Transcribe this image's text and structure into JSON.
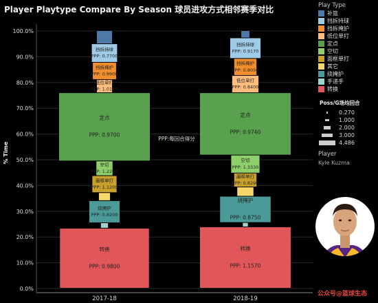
{
  "title": "Player Playtype Compare By Season 球员进攻方式相邻赛季对比",
  "chart_data": {
    "type": "bar",
    "stacked": true,
    "ylabel": "% Time",
    "ylim": [
      0,
      100
    ],
    "yticks": [
      "0.0%",
      "10.0%",
      "20.0%",
      "30.0%",
      "40.0%",
      "50.0%",
      "60.0%",
      "70.0%",
      "80.0%",
      "90.0%",
      "100.0%"
    ],
    "categories": [
      "2017-18",
      "2018-19"
    ],
    "center_annotation": "PPP:每回合得分",
    "series": [
      {
        "name": "转换",
        "color": "#e15759",
        "label": "转换",
        "ppp": [
          "PPP: 0.9800",
          "PPP: 1.1570"
        ],
        "values": [
          23.3,
          23.8
        ],
        "width": [
          4.4,
          4.486
        ]
      },
      {
        "name": "手递手",
        "color": "#9fd3cf",
        "label": "",
        "ppp": [
          "",
          ""
        ],
        "values": [
          2.1,
          1.7
        ],
        "width": [
          0.35,
          0.25
        ]
      },
      {
        "name": "绕掩护",
        "color": "#4b9a98",
        "label": "绕掩护",
        "ppp": [
          "PPP: 0.8200",
          "PPP: 0.8750"
        ],
        "values": [
          8.6,
          10.2
        ],
        "width": [
          1.5,
          2.5
        ]
      },
      {
        "name": "其它",
        "color": "#f5d76b",
        "label": "",
        "ppp": [
          "",
          ""
        ],
        "values": [
          3.1,
          3.6
        ],
        "width": [
          0.55,
          0.8
        ]
      },
      {
        "name": "面框单打",
        "color": "#c8a12c",
        "label": "面框单打",
        "ppp": [
          "PPP: 1.1200",
          "PPP: 0.8290"
        ],
        "values": [
          6.6,
          5.4
        ],
        "width": [
          1.2,
          1.1
        ]
      },
      {
        "name": "空切",
        "color": "#8fcf6b",
        "label": "空切",
        "ppp": [
          "PPP: 1.2200",
          "PPP: 1.3330"
        ],
        "values": [
          5.7,
          7.0
        ],
        "width": [
          0.8,
          1.4
        ]
      },
      {
        "name": "定点",
        "color": "#59a14f",
        "label": "定点",
        "ppp": [
          "PPP: 0.9700",
          "PPP: 0.9740"
        ],
        "values": [
          26.5,
          24.2
        ],
        "width": [
          4.486,
          4.486
        ]
      },
      {
        "name": "低位单打",
        "color": "#ffbe7d",
        "label": "低位单打",
        "ppp": [
          "PPP: 1.0100",
          "PPP: 0.8400"
        ],
        "values": [
          5.1,
          6.7
        ],
        "width": [
          0.75,
          1.3
        ]
      },
      {
        "name": "挡拆掩护",
        "color": "#f28e2b",
        "label": "挡拆掩护",
        "ppp": [
          "PPP: 0.9900",
          "PPP: 0.8050"
        ],
        "values": [
          6.7,
          6.6
        ],
        "width": [
          1.15,
          1.1
        ]
      },
      {
        "name": "挡拆持球",
        "color": "#a0cbe8",
        "label": "挡拆持球",
        "ppp": [
          "PPP: 0.7700",
          "PPP: 0.9170"
        ],
        "values": [
          7.2,
          8.0
        ],
        "width": [
          1.25,
          1.5
        ]
      },
      {
        "name": "补篮",
        "color": "#4e79a7",
        "label": "",
        "ppp": [
          "",
          ""
        ],
        "values": [
          5.1,
          2.8
        ],
        "width": [
          0.75,
          0.4
        ]
      }
    ]
  },
  "legend": {
    "play_type_title": "Play Type",
    "items": [
      {
        "label": "补篮",
        "color": "#4e79a7"
      },
      {
        "label": "挡拆持球",
        "color": "#a0cbe8"
      },
      {
        "label": "挡拆掩护",
        "color": "#f28e2b"
      },
      {
        "label": "低位单打",
        "color": "#ffbe7d"
      },
      {
        "label": "定点",
        "color": "#59a14f"
      },
      {
        "label": "空切",
        "color": "#8fcf6b"
      },
      {
        "label": "面框单打",
        "color": "#c8a12c"
      },
      {
        "label": "其它",
        "color": "#f5d76b"
      },
      {
        "label": "绕掩护",
        "color": "#4b9a98"
      },
      {
        "label": "手递手",
        "color": "#9fd3cf"
      },
      {
        "label": "转换",
        "color": "#e15759"
      }
    ],
    "size_title": "Poss/G场均回合",
    "sizes": [
      {
        "label": "0.270",
        "value": 0.27
      },
      {
        "label": "1.000",
        "value": 1.0
      },
      {
        "label": "2.000",
        "value": 2.0
      },
      {
        "label": "3.000",
        "value": 3.0
      },
      {
        "label": "4.486",
        "value": 4.486
      }
    ],
    "player_title": "Player",
    "player_name": "Kyle Kuzma"
  },
  "watermark": "公众号@篮球生态"
}
